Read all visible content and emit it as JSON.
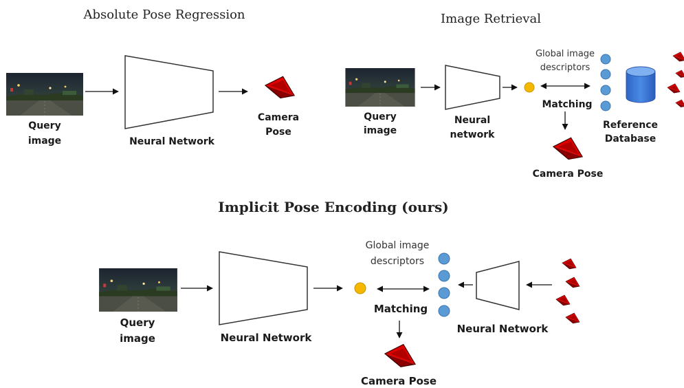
{
  "titles": {
    "apr": "Absolute Pose Regression",
    "ir": "Image Retrieval",
    "ipe": "Implicit Pose Encoding (ours)"
  },
  "apr": {
    "query_line1": "Query",
    "query_line2": "image",
    "network": "Neural Network",
    "pose_line1": "Camera",
    "pose_line2": "Pose"
  },
  "ir": {
    "query_line1": "Query",
    "query_line2": "image",
    "network_line1": "Neural",
    "network_line2": "network",
    "descriptors_line1": "Global image",
    "descriptors_line2": "descriptors",
    "matching": "Matching",
    "database_line1": "Reference",
    "database_line2": "Database",
    "pose": "Camera Pose"
  },
  "ipe": {
    "query_line1": "Query",
    "query_line2": "image",
    "network": "Neural Network",
    "descriptors_line1": "Global image",
    "descriptors_line2": "descriptors",
    "matching": "Matching",
    "network_right": "Neural Network",
    "pose": "Camera Pose"
  },
  "colors": {
    "descriptor_dot": "#5b9bd5",
    "query_descriptor_dot": "#f5b800",
    "pose_red": "#d40000",
    "database_blue": "#3f7bd6"
  },
  "icons": {
    "query_thumbnail": "night-street-photo",
    "camera_pose": "red-camera-frustum",
    "database": "cylinder-database"
  }
}
